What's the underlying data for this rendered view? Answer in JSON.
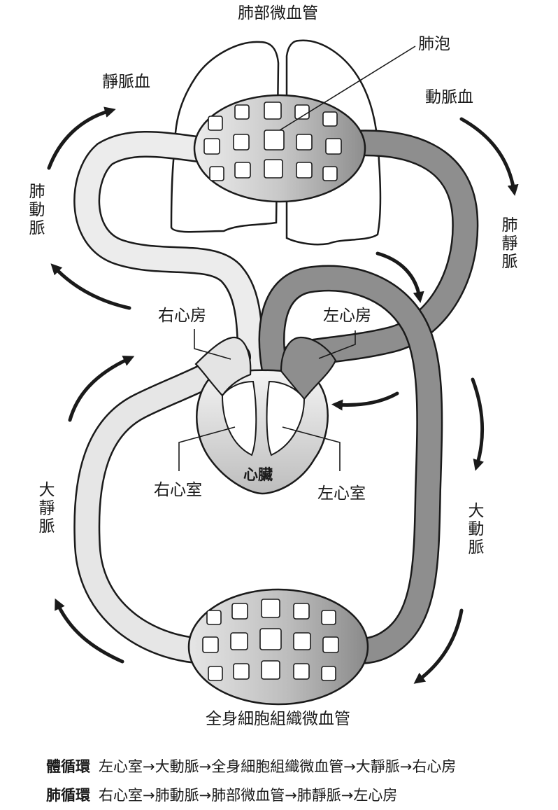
{
  "labels": {
    "lung_capillaries": "肺部微血管",
    "alveoli": "肺泡",
    "venous_blood": "靜脈血",
    "arterial_blood": "動脈血",
    "pulmonary_artery": "肺動脈",
    "pulmonary_vein": "肺靜脈",
    "right_atrium": "右心房",
    "left_atrium": "左心房",
    "right_ventricle": "右心室",
    "left_ventricle": "左心室",
    "heart": "心臟",
    "vena_cava": "大靜脈",
    "aorta": "大動脈",
    "body_capillaries": "全身細胞組織微血管"
  },
  "legend": {
    "systemic": {
      "title": "體循環",
      "path": "左心室→大動脈→全身細胞組織微血管→大靜脈→右心房"
    },
    "pulmonary": {
      "title": "肺循環",
      "path": "右心室→肺動脈→肺部微血管→肺靜脈→左心房"
    }
  },
  "colors": {
    "venous": "#ececec",
    "arterial": "#8e8e8e",
    "outline": "#1a1a1a"
  }
}
